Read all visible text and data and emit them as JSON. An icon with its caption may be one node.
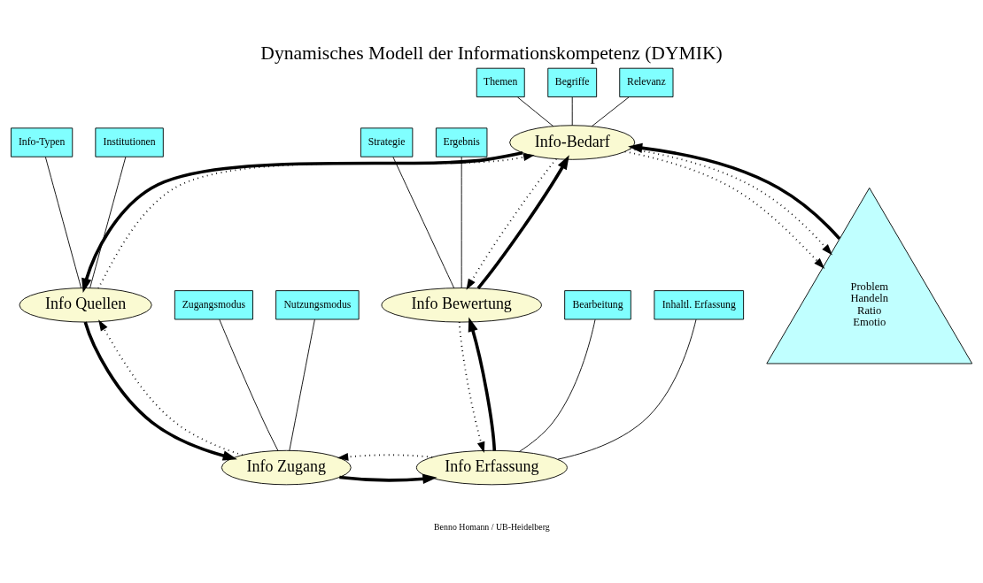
{
  "diagram": {
    "title": "Dynamisches Modell der Informationskompetenz (DYMIK)",
    "caption": "Benno Homann / UB-Heidelberg",
    "nodes": [
      {
        "text": [
          "Info-Bedarf"
        ]
      },
      {
        "text": [
          "Info Quellen"
        ]
      },
      {
        "text": [
          "Info Zugang"
        ]
      },
      {
        "text": [
          "Info Erfassung"
        ]
      },
      {
        "text": [
          "Info Bewertung"
        ]
      },
      {
        "text": [
          "Problem",
          "Handeln",
          "Ratio",
          "Emotio"
        ]
      },
      {
        "text": [
          "Themen"
        ]
      },
      {
        "text": [
          "Begriffe"
        ]
      },
      {
        "text": [
          "Relevanz"
        ]
      },
      {
        "text": [
          "Institutionen"
        ]
      },
      {
        "text": [
          "Info-Typen"
        ]
      },
      {
        "text": [
          "Zugangsmodus"
        ]
      },
      {
        "text": [
          "Nutzungsmodus"
        ]
      },
      {
        "text": [
          "Bearbeitung"
        ]
      },
      {
        "text": [
          "Inhaltl. Erfassung"
        ]
      },
      {
        "text": [
          "Strategie"
        ]
      },
      {
        "text": [
          "Ergebnis"
        ]
      }
    ],
    "edges": [
      {
        "from": 0,
        "to": 1,
        "arrow": "to",
        "style": "thick"
      },
      {
        "from": 1,
        "to": 2,
        "arrow": "to",
        "style": "thick"
      },
      {
        "from": 2,
        "to": 3,
        "arrow": "to",
        "style": "thick"
      },
      {
        "from": 3,
        "to": 4,
        "arrow": "to",
        "style": "thick"
      },
      {
        "from": 4,
        "to": 0,
        "arrow": "to",
        "style": "thick"
      },
      {
        "from": 0,
        "to": 4,
        "arrow": "to",
        "style": "dashed"
      },
      {
        "from": 4,
        "to": 3,
        "arrow": "to",
        "style": "dashed"
      },
      {
        "from": 3,
        "to": 2,
        "arrow": "to",
        "style": "dashed"
      },
      {
        "from": 2,
        "to": 1,
        "arrow": "to",
        "style": "dashed"
      },
      {
        "from": 1,
        "to": 0,
        "arrow": "to",
        "style": "dashed"
      },
      {
        "from": 0,
        "to": 5,
        "arrow": "to",
        "style": "dashed"
      },
      {
        "from": 0,
        "to": 5,
        "arrow": "to",
        "style": "dashed"
      },
      {
        "from": 5,
        "to": 0,
        "arrow": "to",
        "style": "thick"
      },
      {
        "from": 6,
        "to": 0,
        "arrow": "none"
      },
      {
        "from": 7,
        "to": 0,
        "arrow": "none"
      },
      {
        "from": 8,
        "to": 0,
        "arrow": "none"
      },
      {
        "from": 9,
        "to": 1,
        "arrow": "none"
      },
      {
        "from": 10,
        "to": 1,
        "arrow": "none"
      },
      {
        "from": 11,
        "to": 2,
        "arrow": "none"
      },
      {
        "from": 12,
        "to": 2,
        "arrow": "none"
      },
      {
        "from": 13,
        "to": 3,
        "arrow": "none"
      },
      {
        "from": 14,
        "to": 3,
        "arrow": "none"
      },
      {
        "from": 15,
        "to": 4,
        "arrow": "none"
      },
      {
        "from": 16,
        "to": 4,
        "arrow": "none"
      }
    ]
  }
}
